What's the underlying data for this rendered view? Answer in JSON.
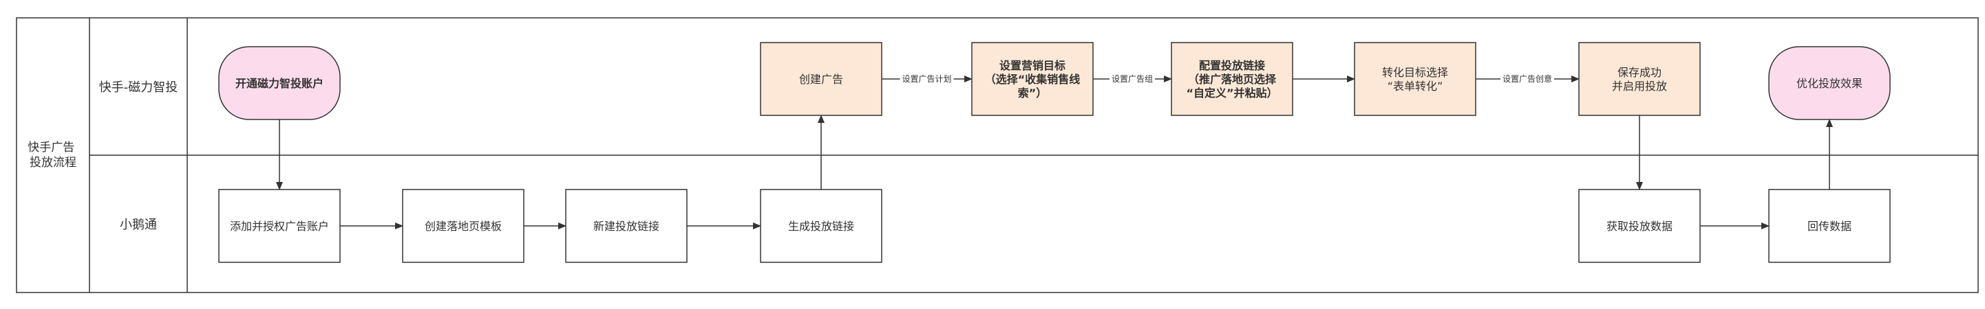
{
  "pool": {
    "label_lines": [
      "快手广告",
      "投放流程"
    ]
  },
  "lanes": [
    {
      "id": "kuaishou",
      "label": "快手-磁力智投"
    },
    {
      "id": "xiaoe",
      "label": "小鹅通"
    }
  ],
  "nodes": [
    {
      "id": "open-account",
      "lines": [
        "开通磁力智投账户"
      ],
      "shape": "terminal",
      "bold": true
    },
    {
      "id": "create-ad",
      "lines": [
        "创建广告"
      ],
      "shape": "process",
      "bold": false
    },
    {
      "id": "set-goal",
      "lines": [
        "设置营销目标",
        "（选择“收集销售线",
        "索”）"
      ],
      "shape": "process",
      "bold": true
    },
    {
      "id": "config-link",
      "lines": [
        "配置投放链接",
        "（推广落地页选择",
        "“自定义”并粘贴）"
      ],
      "shape": "process",
      "bold": true
    },
    {
      "id": "conversion-goal",
      "lines": [
        "转化目标选择",
        "“表单转化”"
      ],
      "shape": "process",
      "bold": false
    },
    {
      "id": "save-launch",
      "lines": [
        "保存成功",
        "并启用投放"
      ],
      "shape": "process",
      "bold": false
    },
    {
      "id": "optimize",
      "lines": [
        "优化投放效果"
      ],
      "shape": "terminal",
      "bold": false
    },
    {
      "id": "add-account",
      "lines": [
        "添加并授权广告账户"
      ],
      "shape": "process",
      "bold": false
    },
    {
      "id": "create-landing",
      "lines": [
        "创建落地页模板"
      ],
      "shape": "process",
      "bold": false
    },
    {
      "id": "new-link",
      "lines": [
        "新建投放链接"
      ],
      "shape": "process",
      "bold": false
    },
    {
      "id": "gen-link",
      "lines": [
        "生成投放链接"
      ],
      "shape": "process",
      "bold": false
    },
    {
      "id": "get-data",
      "lines": [
        "获取投放数据"
      ],
      "shape": "process",
      "bold": false
    },
    {
      "id": "return-data",
      "lines": [
        "回传数据"
      ],
      "shape": "process",
      "bold": false
    }
  ],
  "edges": [
    {
      "from": "open-account",
      "to": "add-account",
      "label": ""
    },
    {
      "from": "add-account",
      "to": "create-landing",
      "label": ""
    },
    {
      "from": "create-landing",
      "to": "new-link",
      "label": ""
    },
    {
      "from": "new-link",
      "to": "gen-link",
      "label": ""
    },
    {
      "from": "gen-link",
      "to": "create-ad",
      "label": ""
    },
    {
      "from": "create-ad",
      "to": "set-goal",
      "label": "设置广告计划"
    },
    {
      "from": "set-goal",
      "to": "config-link",
      "label": "设置广告组"
    },
    {
      "from": "config-link",
      "to": "conversion-goal",
      "label": ""
    },
    {
      "from": "conversion-goal",
      "to": "save-launch",
      "label": "设置广告创意"
    },
    {
      "from": "save-launch",
      "to": "get-data",
      "label": ""
    },
    {
      "from": "get-data",
      "to": "return-data",
      "label": ""
    },
    {
      "from": "return-data",
      "to": "optimize",
      "label": ""
    }
  ],
  "colors": {
    "border": "#333333",
    "process_fill": "#fde8d7",
    "terminal_fill": "#fcdcec",
    "plain_fill": "#ffffff"
  }
}
